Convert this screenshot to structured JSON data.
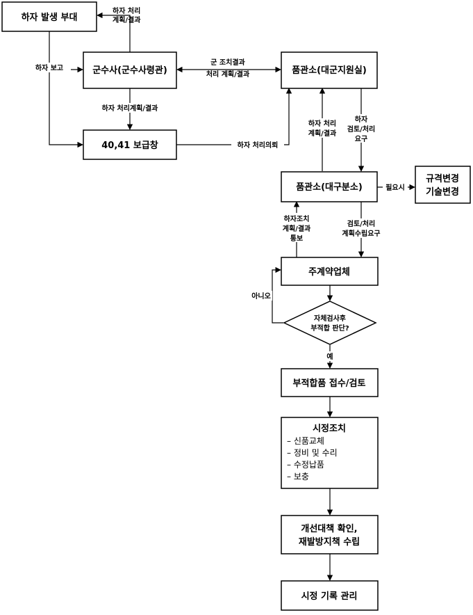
{
  "nodes": {
    "defect_unit": "하자 발생 부대",
    "hq": "군수사(군수사령관)",
    "depot": "40,41 보급창",
    "dlsa_hq": "품관소(대군지원실)",
    "dlsa_branch": "품관소(대구분소)",
    "spec_change": [
      "규격변경",
      "기술변경"
    ],
    "contractor": "주계약업체",
    "decision": [
      "자체검사후",
      "부적합 판단?"
    ],
    "receipt": "부적합품 접수/검토",
    "corrective": {
      "title": "시정조치",
      "items": [
        "– 신품교체",
        "– 정비 및 수리",
        "– 수정납품",
        "– 보충"
      ]
    },
    "improvement": [
      "개선대책 확인,",
      "재발방지책 수립"
    ],
    "records": "시정 기록 관리"
  },
  "labels": {
    "plan_result_top": [
      "하자 처리",
      "계획/결과"
    ],
    "report": "하자 보고",
    "hq_to_dlsa": [
      "군 조치결과",
      "처리 계획/결과"
    ],
    "hq_to_depot": "하자 처리계획/결과",
    "request": "하자 처리의뢰",
    "branch_to_hq": [
      "하자 처리",
      "계획/결과"
    ],
    "hq_to_branch": [
      "하자",
      "검토/처리",
      "요구"
    ],
    "if_needed": "필요시",
    "contractor_to_branch": [
      "하자조치",
      "계획/결과",
      "통보"
    ],
    "branch_to_contractor": [
      "검토/처리",
      "계획수립요구"
    ],
    "no": "아니오",
    "yes": "예"
  }
}
